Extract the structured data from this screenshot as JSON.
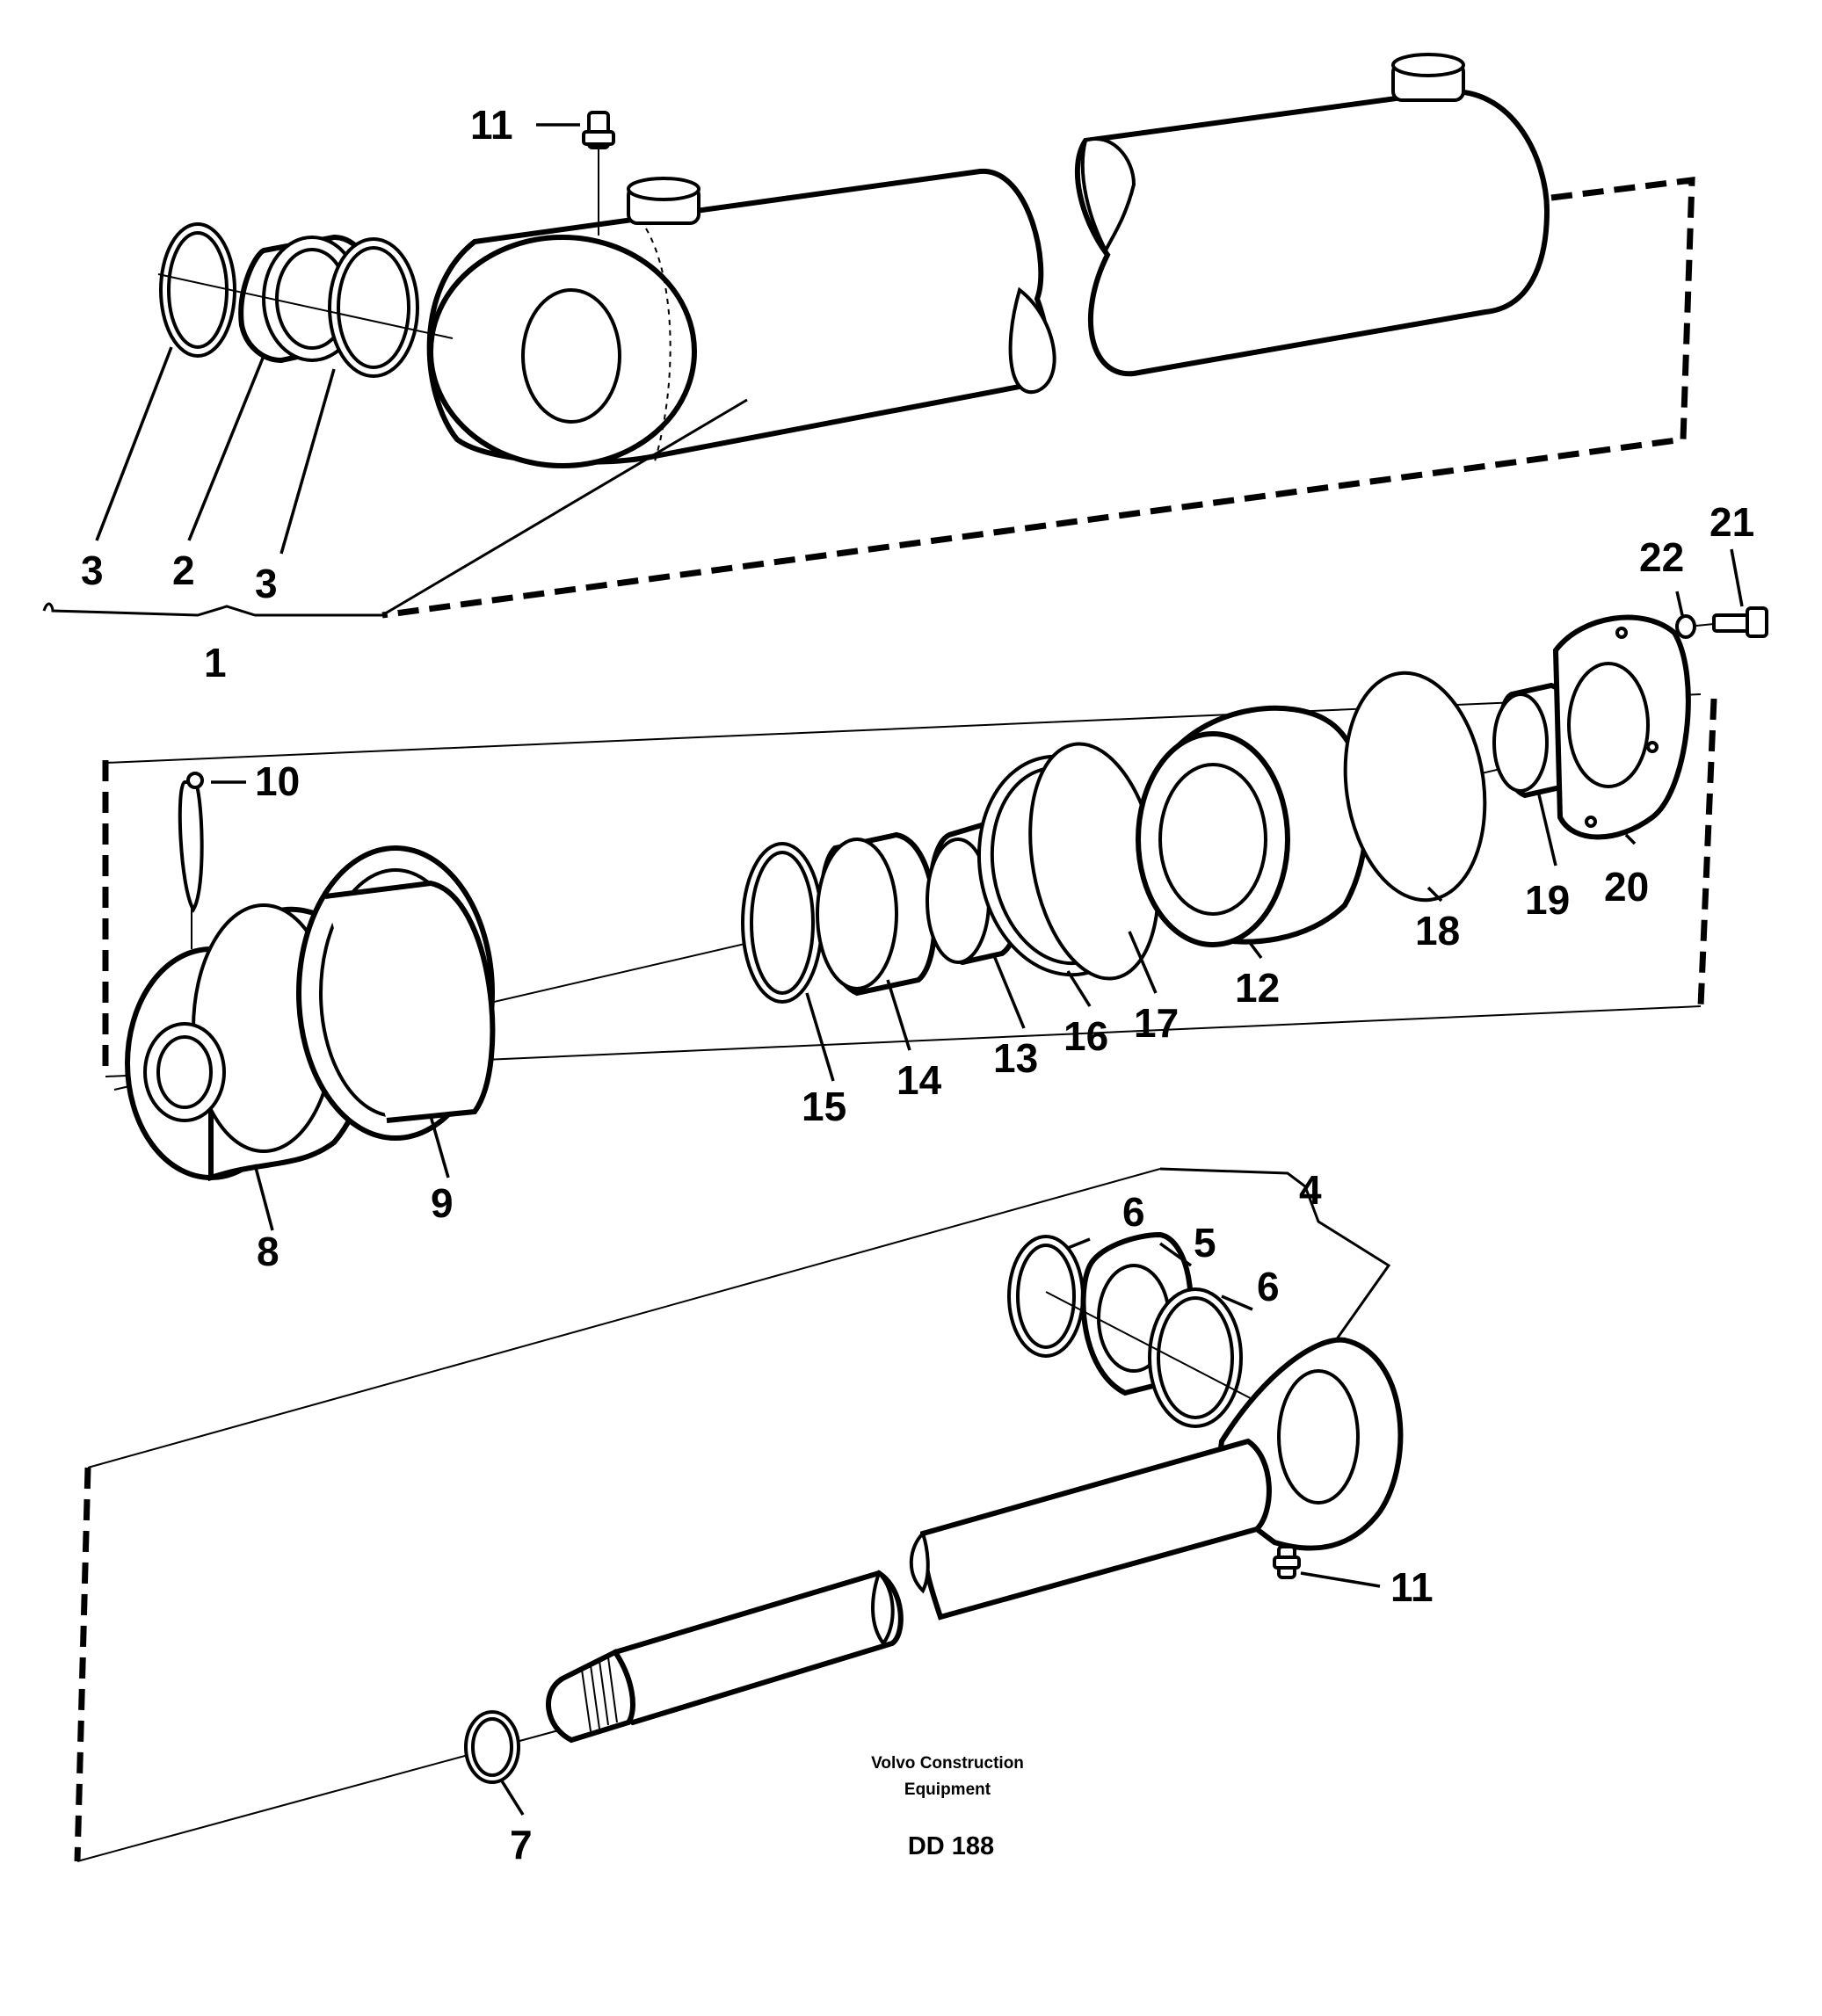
{
  "diagram": {
    "callouts": [
      "1",
      "2",
      "3",
      "3",
      "4",
      "5",
      "6",
      "6",
      "7",
      "8",
      "9",
      "10",
      "11",
      "11",
      "12",
      "13",
      "14",
      "15",
      "16",
      "17",
      "18",
      "19",
      "20",
      "21",
      "22"
    ],
    "caption": {
      "line1": "Volvo Construction",
      "line2": "Equipment",
      "code": "DD 188"
    }
  }
}
